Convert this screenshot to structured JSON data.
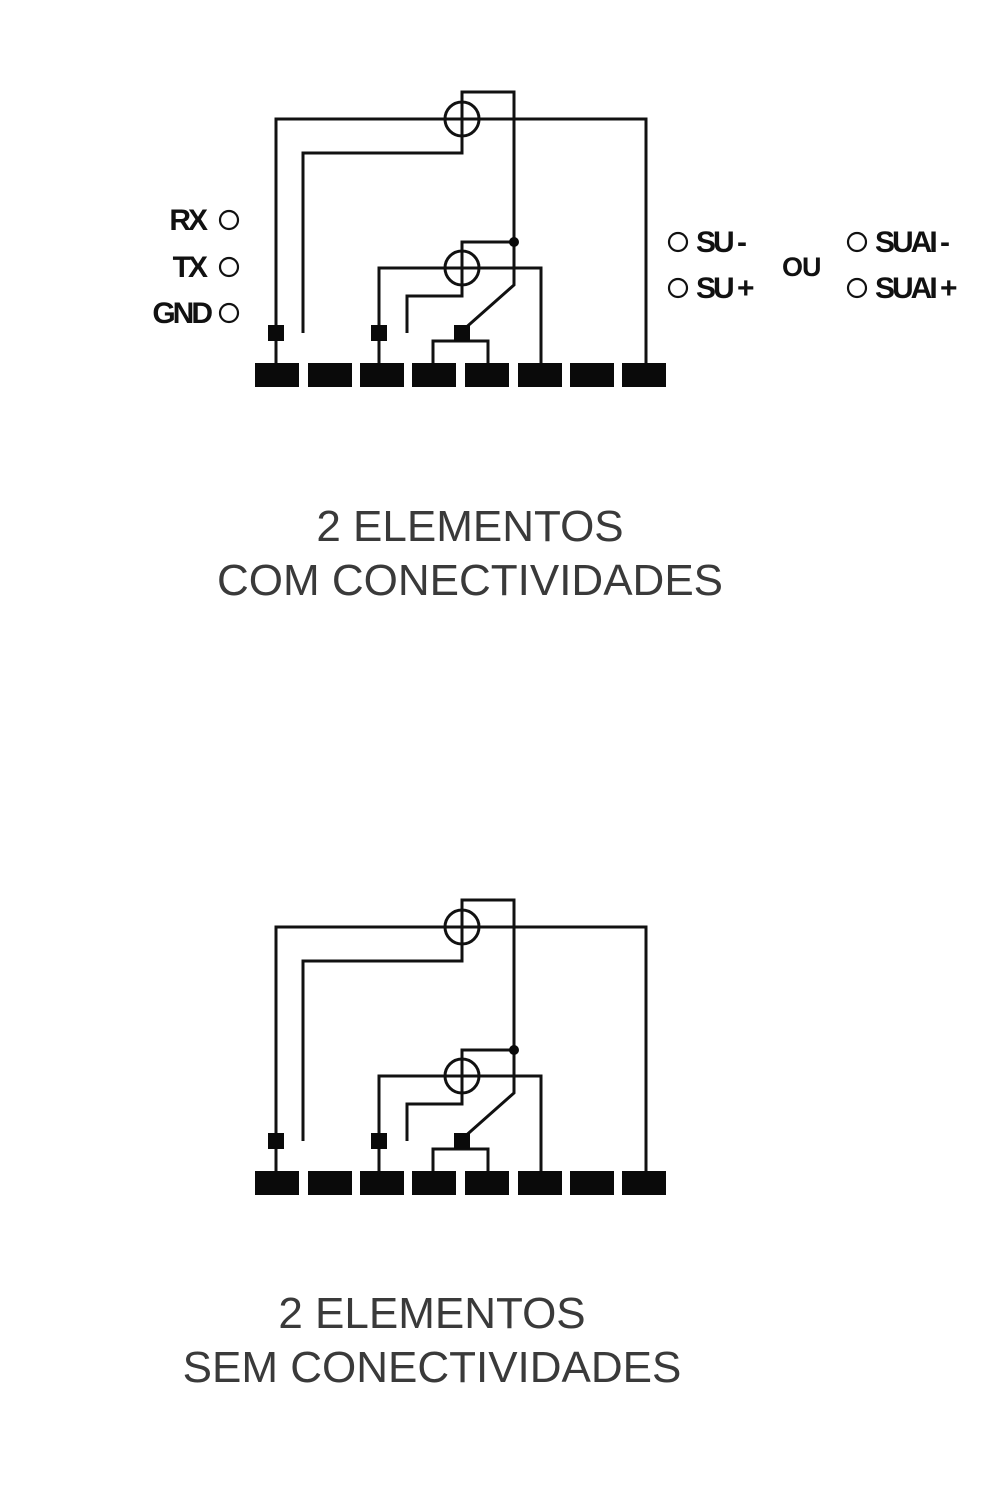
{
  "diagrams": [
    {
      "ports_left": [
        "RX",
        "TX",
        "GND"
      ],
      "ports_right": [
        "SU -",
        "SU +"
      ],
      "or_label": "OU",
      "ports_right_alt": [
        "SUAI -",
        "SUAI +"
      ],
      "caption_line1": "2 ELEMENTOS",
      "caption_line2": "COM CONECTIVIDADES"
    },
    {
      "caption_line1": "2 ELEMENTOS",
      "caption_line2": "SEM CONECTIVIDADES"
    }
  ]
}
